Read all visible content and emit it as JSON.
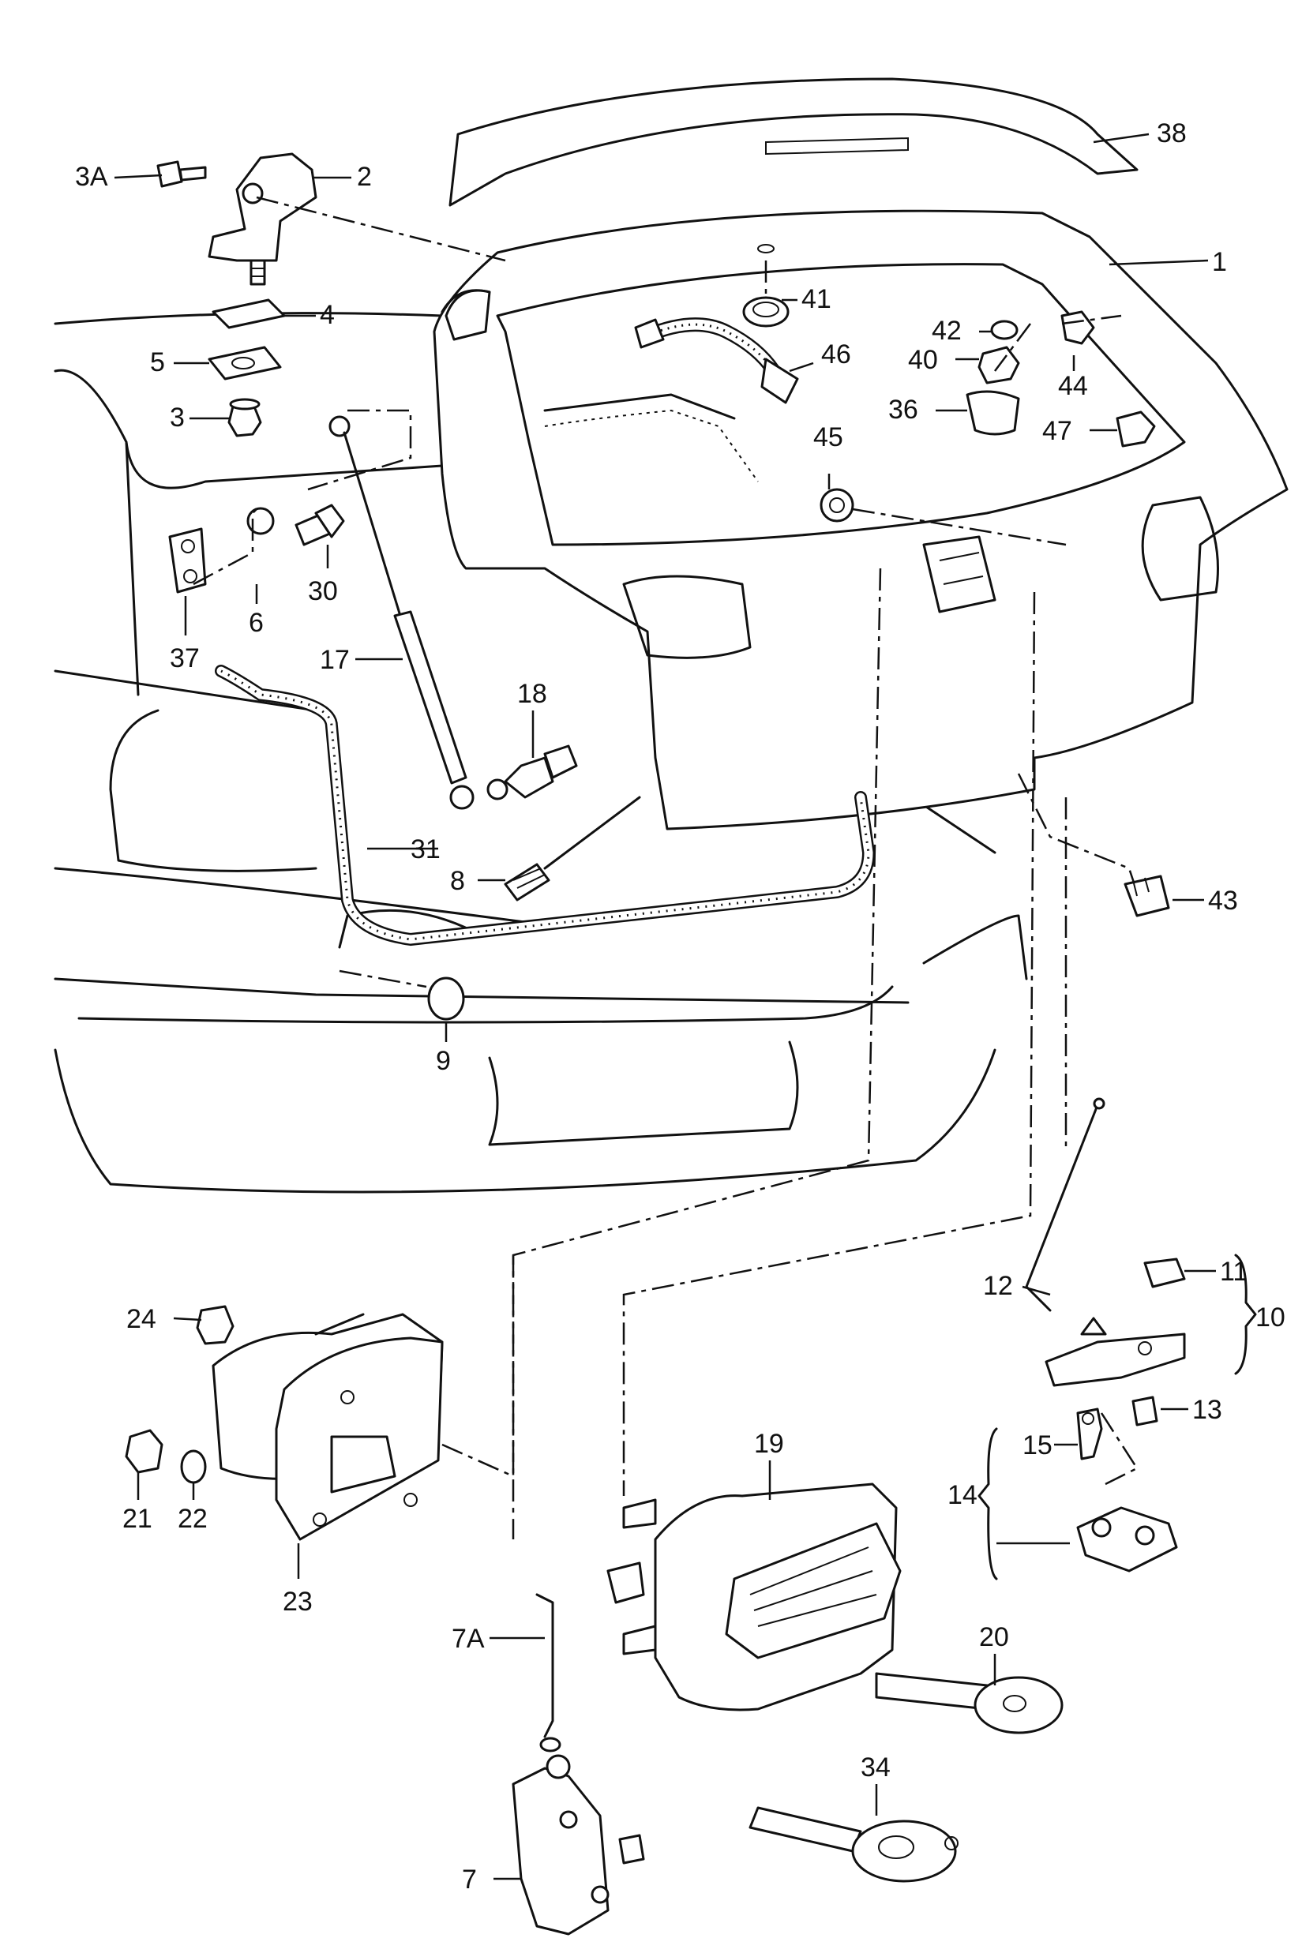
{
  "callouts": [
    {
      "id": "c1",
      "text": "1"
    },
    {
      "id": "c2",
      "text": "2"
    },
    {
      "id": "c3A",
      "text": "3A"
    },
    {
      "id": "c3",
      "text": "3"
    },
    {
      "id": "c4",
      "text": "4"
    },
    {
      "id": "c5",
      "text": "5"
    },
    {
      "id": "c6",
      "text": "6"
    },
    {
      "id": "c7",
      "text": "7"
    },
    {
      "id": "c7A",
      "text": "7A"
    },
    {
      "id": "c8",
      "text": "8"
    },
    {
      "id": "c9",
      "text": "9"
    },
    {
      "id": "c10",
      "text": "10"
    },
    {
      "id": "c11",
      "text": "11"
    },
    {
      "id": "c12",
      "text": "12"
    },
    {
      "id": "c13",
      "text": "13"
    },
    {
      "id": "c14",
      "text": "14"
    },
    {
      "id": "c15",
      "text": "15"
    },
    {
      "id": "c17",
      "text": "17"
    },
    {
      "id": "c18",
      "text": "18"
    },
    {
      "id": "c19",
      "text": "19"
    },
    {
      "id": "c20",
      "text": "20"
    },
    {
      "id": "c21",
      "text": "21"
    },
    {
      "id": "c22",
      "text": "22"
    },
    {
      "id": "c23",
      "text": "23"
    },
    {
      "id": "c24",
      "text": "24"
    },
    {
      "id": "c30",
      "text": "30"
    },
    {
      "id": "c31",
      "text": "31"
    },
    {
      "id": "c34",
      "text": "34"
    },
    {
      "id": "c36",
      "text": "36"
    },
    {
      "id": "c37",
      "text": "37"
    },
    {
      "id": "c38",
      "text": "38"
    },
    {
      "id": "c40",
      "text": "40"
    },
    {
      "id": "c41",
      "text": "41"
    },
    {
      "id": "c42",
      "text": "42"
    },
    {
      "id": "c43",
      "text": "43"
    },
    {
      "id": "c44",
      "text": "44"
    },
    {
      "id": "c45",
      "text": "45"
    },
    {
      "id": "c46",
      "text": "46"
    },
    {
      "id": "c47",
      "text": "47"
    }
  ],
  "colors": {
    "ink": "#111111",
    "paper": "#ffffff"
  }
}
